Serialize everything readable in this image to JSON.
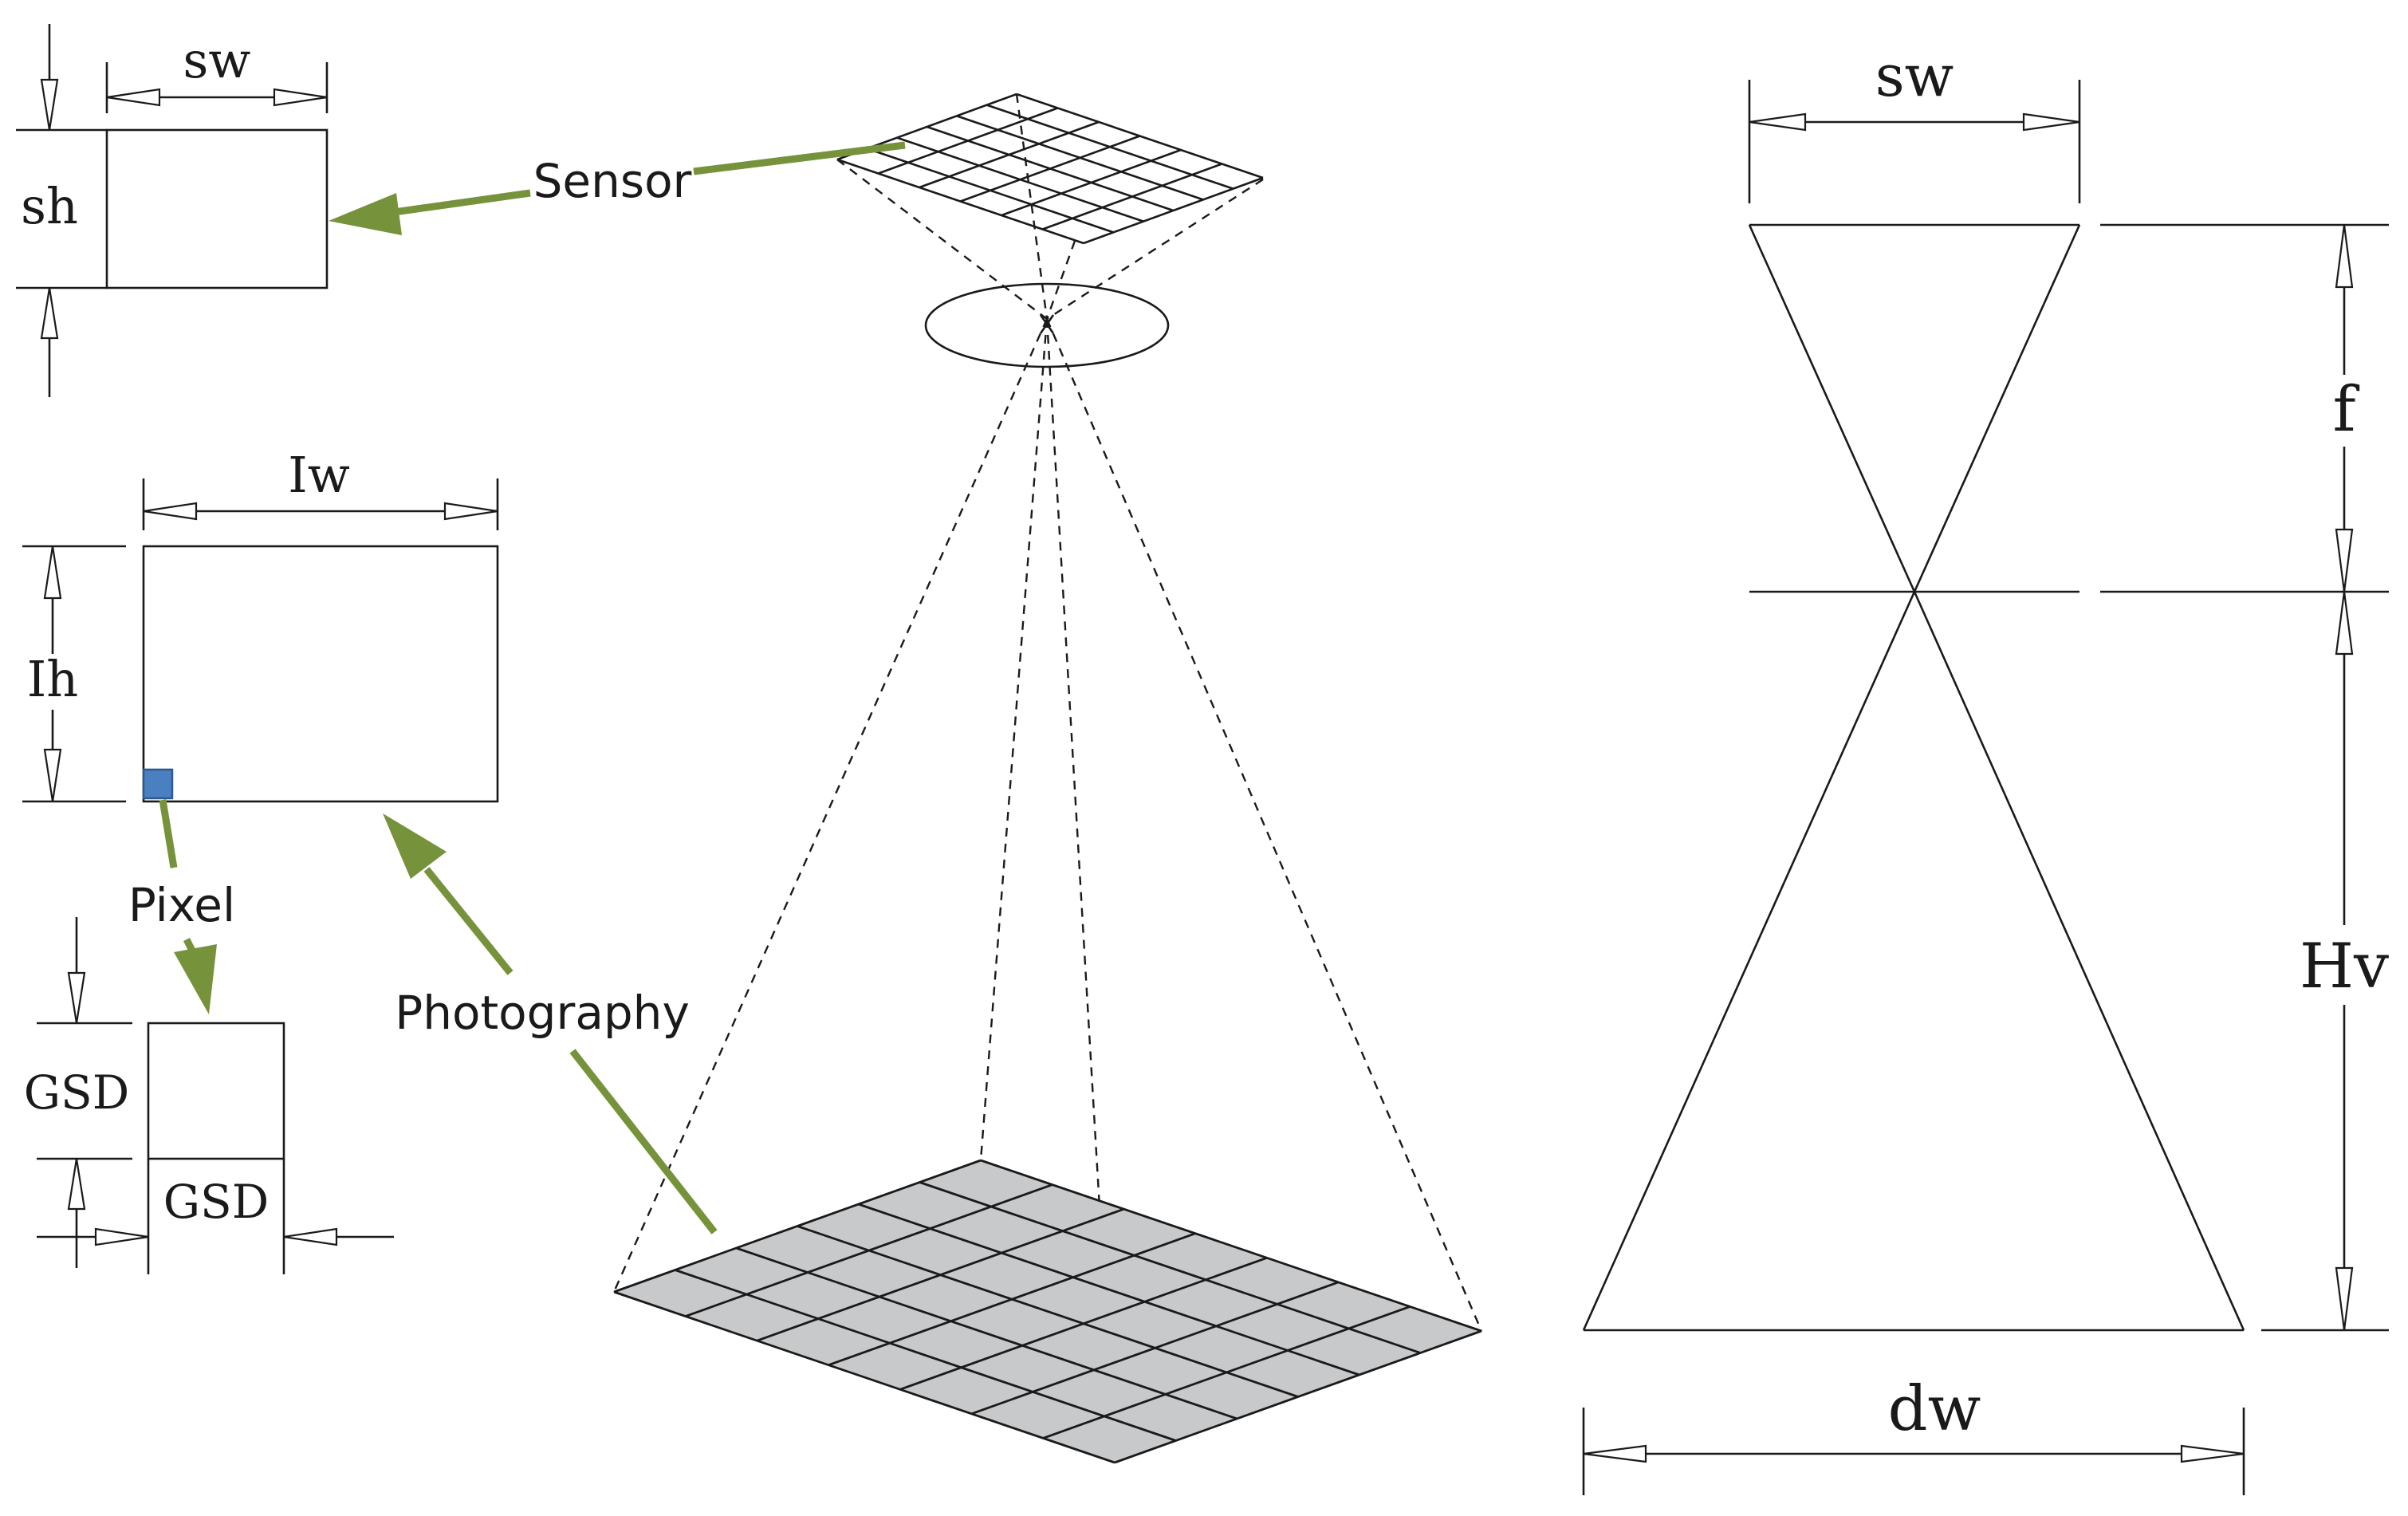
{
  "labels": {
    "sensor": "Sensor",
    "pixel": "Pixel",
    "photography": "Photography",
    "sensor_width": "sw",
    "sensor_height": "sh",
    "image_width": "Iw",
    "image_height": "Ih",
    "gsd_vertical": "GSD",
    "gsd_horizontal": "GSD",
    "focal_length": "f",
    "flight_height": "Hv",
    "ground_width": "dw",
    "profile_sensor_width": "sw"
  },
  "colors": {
    "leader": "#76933c",
    "pixel_marker": "#4a7fc1",
    "pixel_marker_border": "#2f5a8f",
    "ground_fill": "#c8c9cb",
    "line": "#1a1a1a"
  }
}
